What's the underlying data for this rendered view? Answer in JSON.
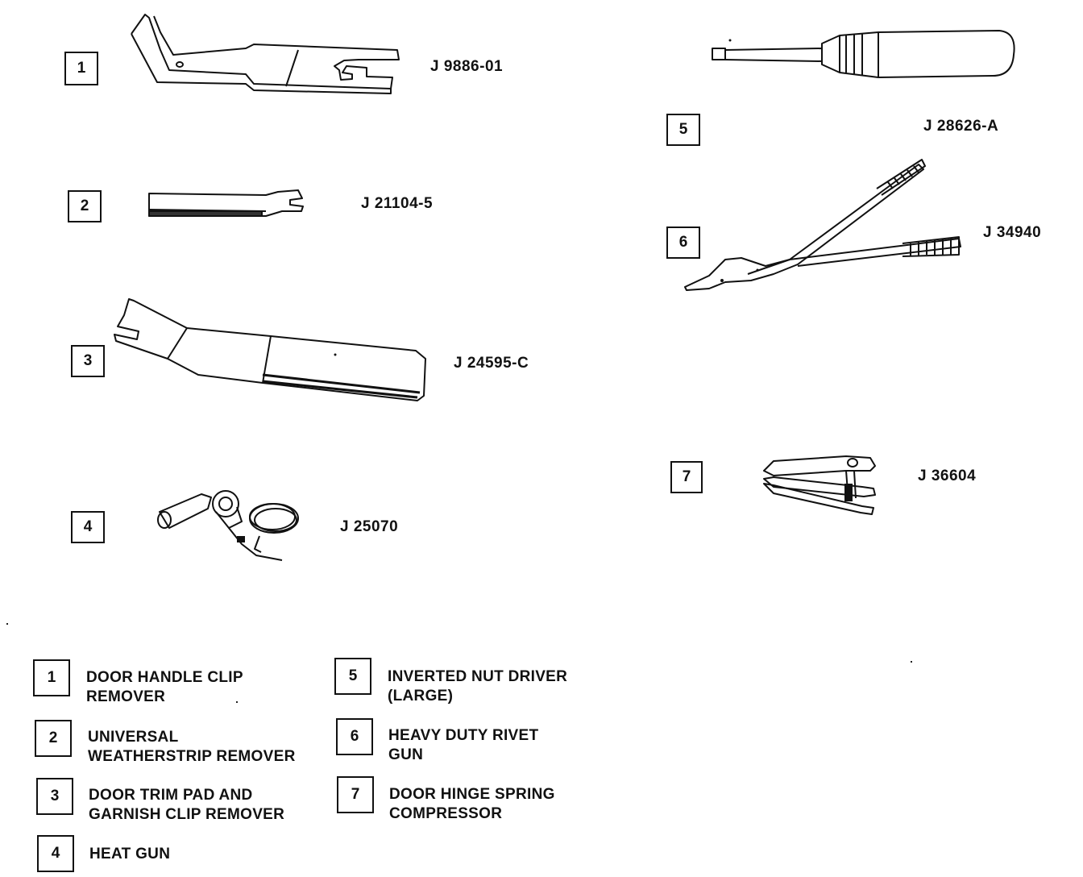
{
  "tools": [
    {
      "number": "1",
      "part_number": "J 9886-01",
      "name_lines": [
        "DOOR HANDLE CLIP",
        "REMOVER"
      ]
    },
    {
      "number": "2",
      "part_number": "J 21104-5",
      "name_lines": [
        "UNIVERSAL",
        "WEATHERSTRIP REMOVER"
      ]
    },
    {
      "number": "3",
      "part_number": "J 24595-C",
      "name_lines": [
        "DOOR TRIM PAD AND",
        "GARNISH CLIP REMOVER"
      ]
    },
    {
      "number": "4",
      "part_number": "J 25070",
      "name_lines": [
        "HEAT GUN"
      ]
    },
    {
      "number": "5",
      "part_number": "J 28626-A",
      "name_lines": [
        "INVERTED NUT DRIVER",
        "(LARGE)"
      ]
    },
    {
      "number": "6",
      "part_number": "J 34940",
      "name_lines": [
        "HEAVY DUTY RIVET",
        "GUN"
      ]
    },
    {
      "number": "7",
      "part_number": "J 36604",
      "name_lines": [
        "DOOR HINGE SPRING",
        "COMPRESSOR"
      ]
    }
  ],
  "icons": [
    "clip-remover-icon",
    "weatherstrip-remover-icon",
    "trim-pad-remover-icon",
    "heat-gun-icon",
    "nut-driver-icon",
    "rivet-gun-icon",
    "spring-compressor-icon"
  ]
}
